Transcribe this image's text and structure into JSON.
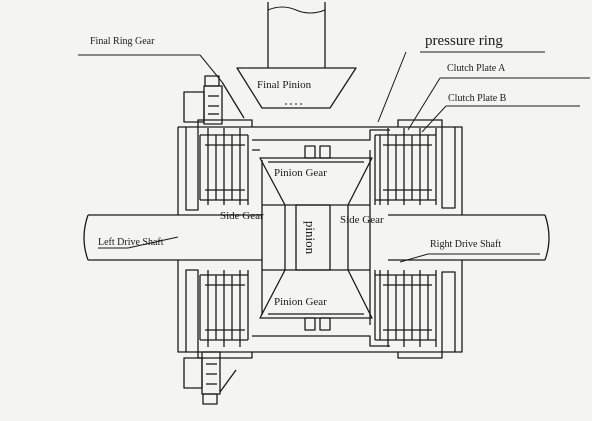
{
  "labels": {
    "final_ring_gear": "Final Ring Gear",
    "pressure_ring": "pressure ring",
    "clutch_plate_a": "Clutch Plate A",
    "clutch_plate_b": "Clutch Plate B",
    "final_pinion": "Final Pinion",
    "pinion_gear_top": "Pinion Gear",
    "pinion_gear_bottom": "Pinion Gear",
    "side_gear_left": "Side Gear",
    "side_gear_right": "Side Gear",
    "pinion": "pinion",
    "left_drive_shaft": "Left Drive Shaft",
    "right_drive_shaft": "Right Drive Shaft"
  },
  "colors": {
    "ink": "#1a1a1a",
    "paper": "#f4f4f2"
  }
}
